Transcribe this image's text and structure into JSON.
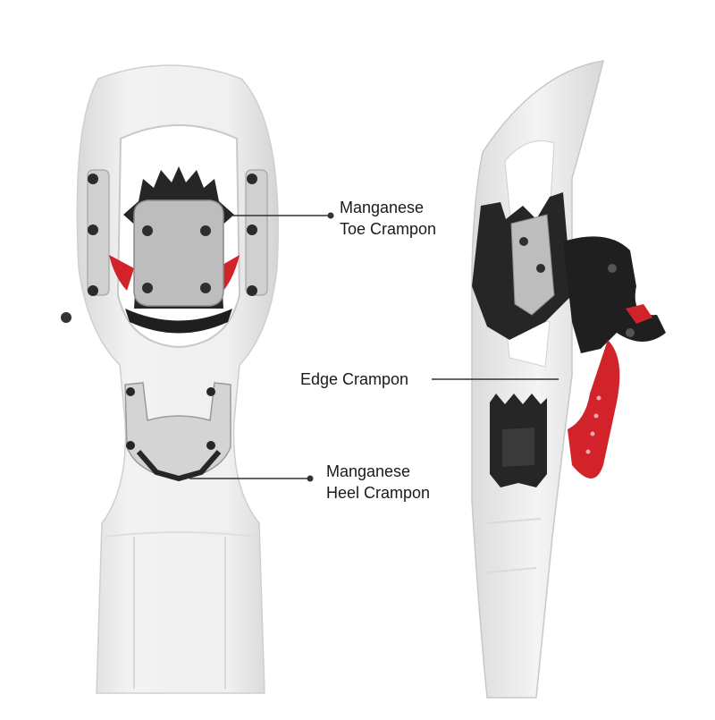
{
  "callouts": {
    "toe": {
      "line1": "Manganese",
      "line2": "Toe Crampon"
    },
    "edge": {
      "line1": "Edge Crampon"
    },
    "heel": {
      "line1": "Manganese",
      "line2": "Heel Crampon"
    }
  },
  "colors": {
    "frame": "#ececec",
    "frame_shadow": "#d6d6d6",
    "binding_metal": "#b9b9b9",
    "crampon_black": "#262626",
    "strap_red": "#d2232a",
    "leader_line": "#333333"
  }
}
